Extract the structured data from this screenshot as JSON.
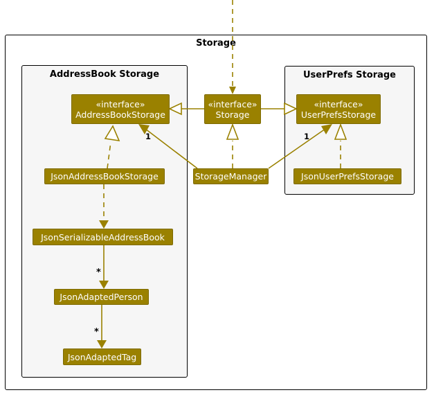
{
  "diagram": {
    "title": "Storage",
    "type": "uml-class-diagram",
    "colors": {
      "class_fill": "#9a8100",
      "class_border": "#7d6a00",
      "class_text": "#ffffff",
      "line": "#9a8100",
      "package_border": "#000000",
      "package_fill_inner": "#f6f6f6",
      "package_fill_outer": "#ffffff",
      "label_text": "#000000"
    }
  },
  "packages": [
    {
      "id": "storage",
      "label": "Storage"
    },
    {
      "id": "addressbook_storage",
      "label": "AddressBook Storage"
    },
    {
      "id": "userprefs_storage",
      "label": "UserPrefs Storage"
    }
  ],
  "classes": [
    {
      "id": "address_book_storage",
      "stereotype": "«interface»",
      "name": "AddressBookStorage"
    },
    {
      "id": "storage_interface",
      "stereotype": "«interface»",
      "name": "Storage"
    },
    {
      "id": "user_prefs_storage",
      "stereotype": "«interface»",
      "name": "UserPrefsStorage"
    },
    {
      "id": "json_address_book_storage",
      "stereotype": "",
      "name": "JsonAddressBookStorage"
    },
    {
      "id": "storage_manager",
      "stereotype": "",
      "name": "StorageManager"
    },
    {
      "id": "json_user_prefs_storage",
      "stereotype": "",
      "name": "JsonUserPrefsStorage"
    },
    {
      "id": "json_serializable_address_book",
      "stereotype": "",
      "name": "JsonSerializableAddressBook"
    },
    {
      "id": "json_adapted_person",
      "stereotype": "",
      "name": "JsonAdaptedPerson"
    },
    {
      "id": "json_adapted_tag",
      "stereotype": "",
      "name": "JsonAdaptedTag"
    }
  ],
  "multiplicities": [
    {
      "id": "mult_addressbook",
      "label": "1"
    },
    {
      "id": "mult_userprefs",
      "label": "1"
    },
    {
      "id": "mult_person",
      "label": "*"
    },
    {
      "id": "mult_tag",
      "label": "*"
    }
  ],
  "relationships": [
    {
      "from": "storage_interface",
      "to": "address_book_storage",
      "kind": "generalization-hollow-arrow"
    },
    {
      "from": "storage_interface",
      "to": "user_prefs_storage",
      "kind": "generalization-hollow-arrow"
    },
    {
      "from": "json_address_book_storage",
      "to": "address_book_storage",
      "kind": "realization-dashed-hollow-arrow"
    },
    {
      "from": "storage_manager",
      "to": "storage_interface",
      "kind": "realization-dashed-hollow-arrow"
    },
    {
      "from": "json_user_prefs_storage",
      "to": "user_prefs_storage",
      "kind": "realization-dashed-hollow-arrow"
    },
    {
      "from": "storage_manager",
      "to": "address_book_storage",
      "kind": "association",
      "multiplicity": "1"
    },
    {
      "from": "storage_manager",
      "to": "user_prefs_storage",
      "kind": "association",
      "multiplicity": "1"
    },
    {
      "from": "json_address_book_storage",
      "to": "json_serializable_address_book",
      "kind": "dependency-dashed-arrow"
    },
    {
      "from": "json_serializable_address_book",
      "to": "json_adapted_person",
      "kind": "association",
      "multiplicity": "*"
    },
    {
      "from": "json_adapted_person",
      "to": "json_adapted_tag",
      "kind": "association",
      "multiplicity": "*"
    },
    {
      "from": "external",
      "to": "storage_interface",
      "kind": "dependency-dashed-arrow"
    }
  ]
}
